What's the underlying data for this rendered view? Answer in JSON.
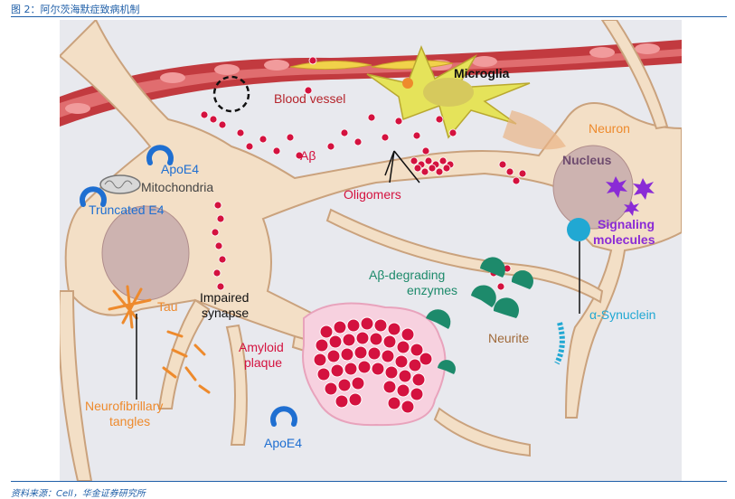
{
  "header": {
    "figure_title": "图 2：阿尔茨海默症致病机制"
  },
  "footer": {
    "source": "资料来源：Cell，华金证券研究所"
  },
  "diagram": {
    "labels": {
      "blood_vessel": "Blood vessel",
      "microglia": "Microglia",
      "neuron": "Neuron",
      "nucleus": "Nucleus",
      "signaling": "Signaling",
      "molecules": "molecules",
      "abeta": "Aβ",
      "oligomers": "Oligomers",
      "apoe4_top": "ApoE4",
      "mitochondria": "Mitochondria",
      "truncated_e4": "Truncated E4",
      "tau": "Tau",
      "impaired": "Impaired",
      "synapse": "synapse",
      "abeta_degrading": "Aβ-degrading",
      "enzymes": "enzymes",
      "neurite": "Neurite",
      "synuclein": "α-Synuclein",
      "amyloid": "Amyloid",
      "plaque": "plaque",
      "neurofibrillary": "Neurofibrillary",
      "tangles": "tangles",
      "apoe4_bottom": "ApoE4"
    },
    "colors": {
      "background": "#e8e9ee",
      "cell_body": "#f3dfc6",
      "cell_outline": "#caa27d",
      "nucleus": "#cdb3b0",
      "vessel": "#b5252c",
      "abeta": "#d4123f",
      "apoe4": "#1f6fd1",
      "tau_orange": "#ee8a2c",
      "enzyme": "#1d8a6b",
      "signal": "#8a2bd6",
      "synuclein": "#21a8d3",
      "microglia": "#e5e35a"
    }
  }
}
